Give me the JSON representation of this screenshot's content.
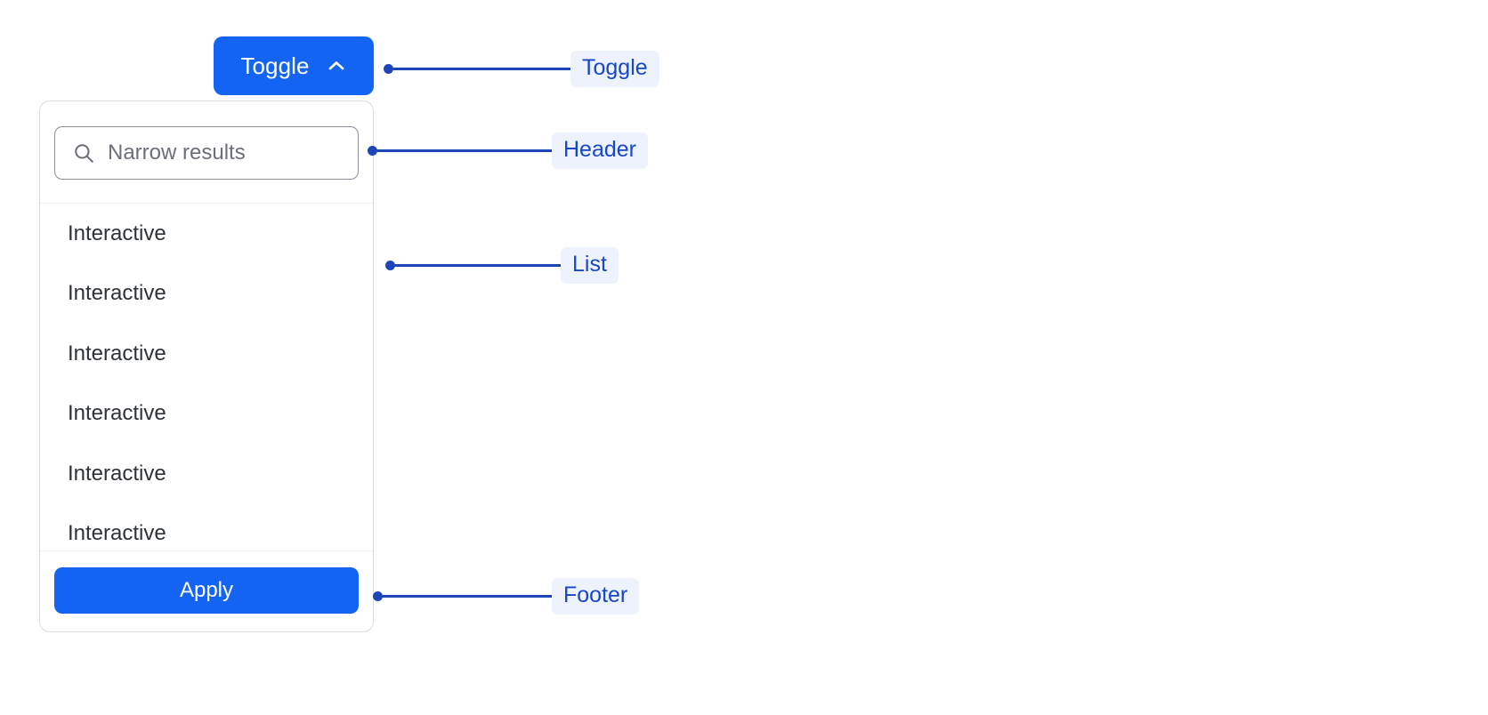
{
  "toggle": {
    "label": "Toggle",
    "icon": "chevron-up-icon",
    "background_color": "#1464F4",
    "text_color": "#ffffff"
  },
  "dropdown": {
    "header": {
      "search": {
        "icon": "search-icon",
        "placeholder": "Narrow results",
        "value": ""
      }
    },
    "list": {
      "items": [
        {
          "label": "Interactive"
        },
        {
          "label": "Interactive"
        },
        {
          "label": "Interactive"
        },
        {
          "label": "Interactive"
        },
        {
          "label": "Interactive"
        },
        {
          "label": "Interactive"
        }
      ]
    },
    "footer": {
      "apply_label": "Apply",
      "apply_background_color": "#1464F4",
      "apply_text_color": "#ffffff"
    },
    "border_color": "#d8dade",
    "divider_color": "#eceef1",
    "background_color": "#ffffff"
  },
  "annotations": {
    "accent_color": "#1B45B8",
    "pill_background_color": "#EDF2FD",
    "pill_text_color": "#1747C8",
    "items": [
      {
        "label": "Toggle"
      },
      {
        "label": "Header"
      },
      {
        "label": "List"
      },
      {
        "label": "Footer"
      }
    ]
  }
}
